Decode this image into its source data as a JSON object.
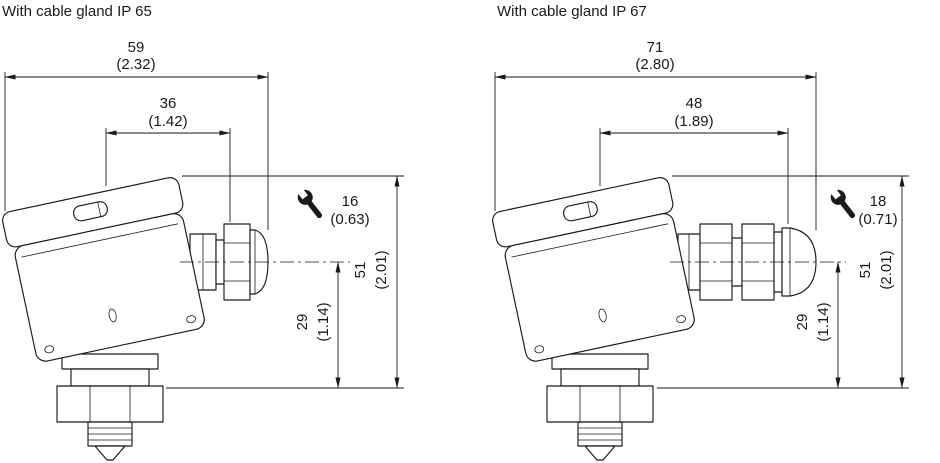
{
  "figures": [
    {
      "title": "With cable gland IP 65",
      "dims": {
        "overall_mm": "59",
        "overall_in": "(2.32)",
        "gland_mm": "36",
        "gland_in": "(1.42)",
        "wrench_mm": "16",
        "wrench_in": "(0.63)",
        "height_mm": "51",
        "height_in": "(2.01)",
        "center_mm": "29",
        "center_in": "(1.14)"
      }
    },
    {
      "title": "With cable gland IP 67",
      "dims": {
        "overall_mm": "71",
        "overall_in": "(2.80)",
        "gland_mm": "48",
        "gland_in": "(1.89)",
        "wrench_mm": "18",
        "wrench_in": "(0.71)",
        "height_mm": "51",
        "height_in": "(2.01)",
        "center_mm": "29",
        "center_in": "(1.14)"
      }
    }
  ],
  "icons": {
    "wrench": "open-end-wrench-icon"
  },
  "colors": {
    "line": "#1a1a1a",
    "text": "#1a1a1a",
    "background": "#ffffff"
  }
}
